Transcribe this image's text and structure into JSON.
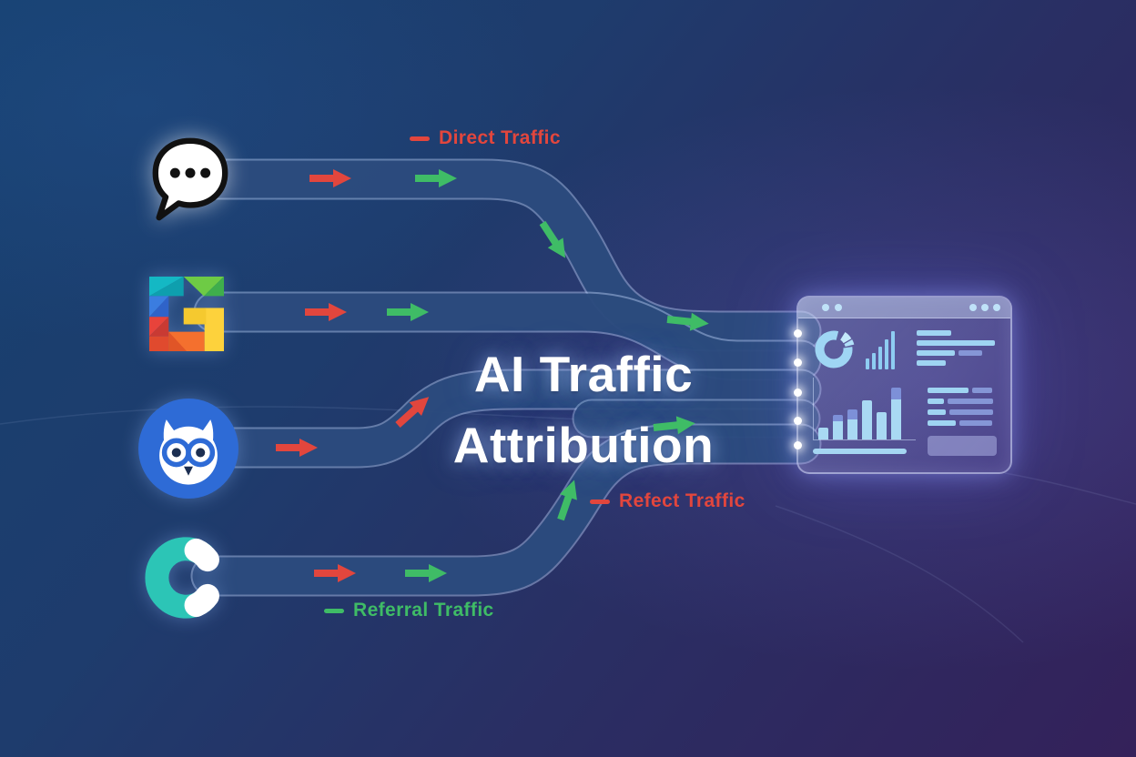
{
  "title": {
    "line1": "AI Traffic",
    "line2": "Attribution"
  },
  "labels": {
    "direct": "Direct Traffic",
    "refect": "Refect Traffic",
    "referral": "Referral Traffic"
  },
  "sources": [
    {
      "name": "chat-bubble-icon"
    },
    {
      "name": "g-logo-icon"
    },
    {
      "name": "owl-icon"
    },
    {
      "name": "c-magnet-icon"
    }
  ],
  "colors": {
    "arrow_red": "#e2463d",
    "arrow_green": "#3fbc66",
    "background_top_left": "#174170",
    "background_bottom_right": "#34215a",
    "owl_blue": "#2e6bd6",
    "magnet_teal": "#2cc5b6",
    "dashboard_accent": "#9fd4f2",
    "title_white": "#ffffff"
  },
  "dashboard": {
    "name": "analytics-dashboard-window",
    "mini_bar_heights": [
      12,
      18,
      25,
      33,
      42
    ],
    "main_bars": [
      {
        "cap": 0,
        "body": 13
      },
      {
        "cap": 7,
        "body": 20
      },
      {
        "cap": 11,
        "body": 22
      },
      {
        "cap": 0,
        "body": 43
      },
      {
        "cap": 0,
        "body": 30
      },
      {
        "cap": 13,
        "body": 44
      }
    ],
    "skeleton_top": [
      [
        38,
        0
      ],
      [
        86,
        0
      ],
      [
        42,
        26
      ],
      [
        32,
        0
      ]
    ],
    "skeleton_bottom": [
      [
        45,
        22
      ],
      [
        18,
        50
      ],
      [
        20,
        48
      ],
      [
        31,
        36
      ]
    ]
  }
}
